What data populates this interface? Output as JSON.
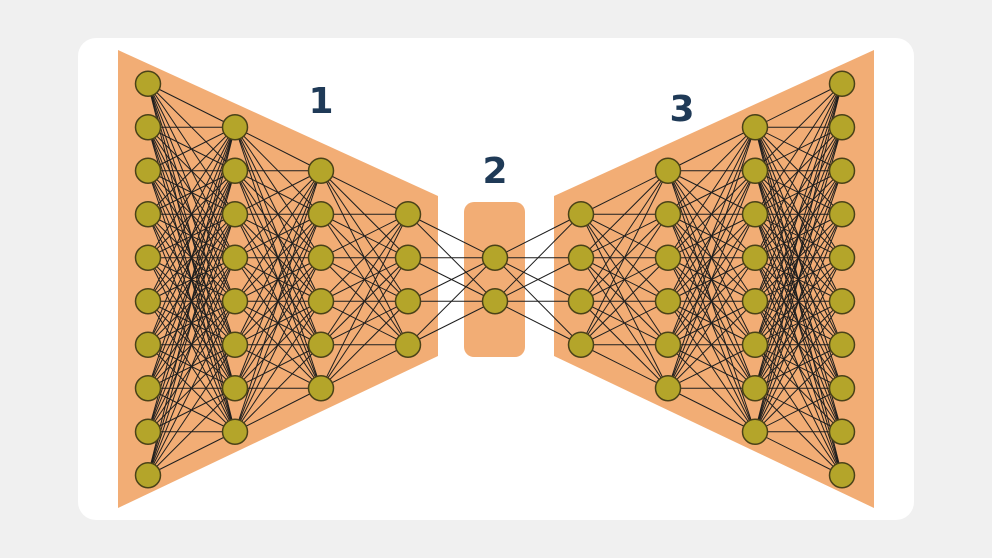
{
  "colors": {
    "background": "#f0f0f0",
    "card": "#ffffff",
    "section_fill": "#f2ad75",
    "node_fill": "#b4a52a",
    "node_stroke": "#4a4218",
    "edge": "#1e1e1e",
    "label": "#1f3a57"
  },
  "sections": [
    {
      "label": "1",
      "layers": [
        10,
        8,
        6,
        4
      ]
    },
    {
      "label": "2",
      "layers": [
        2
      ]
    },
    {
      "label": "3",
      "layers": [
        4,
        6,
        8,
        10
      ]
    }
  ]
}
